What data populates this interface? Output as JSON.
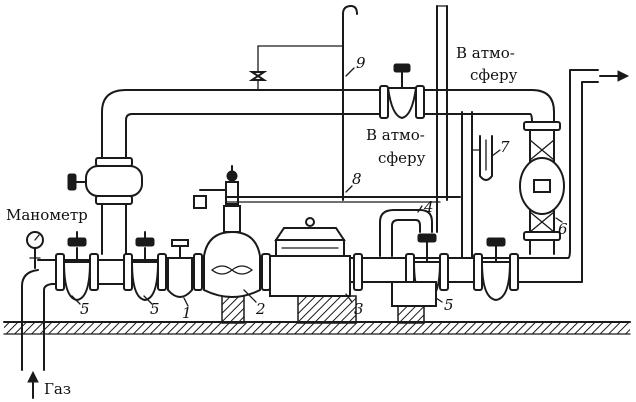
{
  "labels": {
    "manometer": "Манометр",
    "gas": "Газ",
    "atm1_line1": "В атмо-",
    "atm1_line2": "сферу",
    "atm2_line1": "В атмо-",
    "atm2_line2": "сферу"
  },
  "numbers": {
    "n1": "1",
    "n2": "2",
    "n3": "3",
    "n4": "4",
    "n5a": "5",
    "n5b": "5",
    "n5c": "5",
    "n6": "6",
    "n7": "7",
    "n8": "8",
    "n9": "9"
  },
  "colors": {
    "line": "#1a1a1a",
    "background": "#ffffff"
  }
}
